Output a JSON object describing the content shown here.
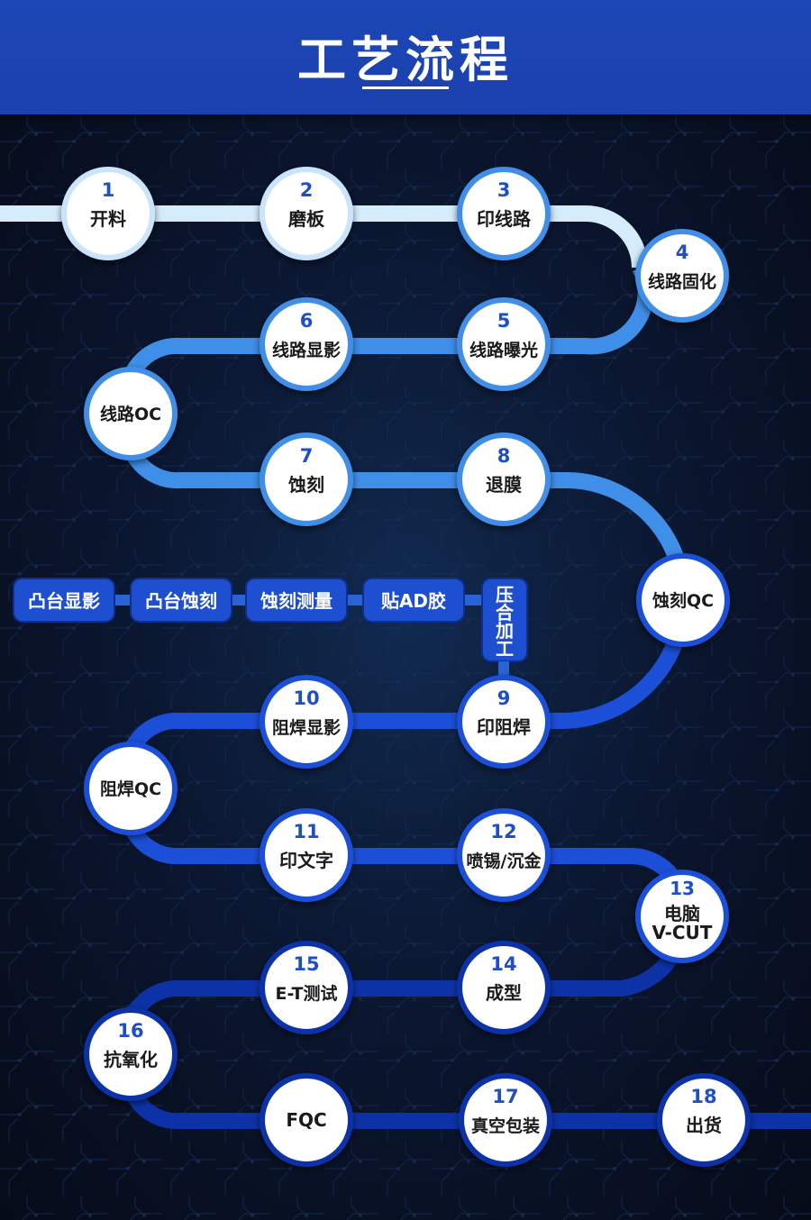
{
  "header": {
    "title": "工艺流程"
  },
  "colors": {
    "header_bg": "#1d46b6",
    "number_color": "#1f4fc4",
    "label_color": "#1a1a1a",
    "lane_light": "#d4ecfc",
    "lane_mid": "#3f8ee8",
    "lane_dark": "#1c4fd8",
    "lane_deep": "#0d32a8"
  },
  "steps": [
    {
      "id": "s1",
      "number": "1",
      "lines": [
        "开料"
      ]
    },
    {
      "id": "s2",
      "number": "2",
      "lines": [
        "磨板"
      ]
    },
    {
      "id": "s3",
      "number": "3",
      "lines": [
        "印线路"
      ]
    },
    {
      "id": "s4",
      "number": "4",
      "lines": [
        "线路固化"
      ]
    },
    {
      "id": "s5",
      "number": "5",
      "lines": [
        "线路曝光"
      ]
    },
    {
      "id": "s6",
      "number": "6",
      "lines": [
        "线路显影"
      ]
    },
    {
      "id": "qc1",
      "number": "",
      "lines": [
        "线路OC"
      ]
    },
    {
      "id": "s7",
      "number": "7",
      "lines": [
        "蚀刻"
      ]
    },
    {
      "id": "s8",
      "number": "8",
      "lines": [
        "退膜"
      ]
    },
    {
      "id": "qc2",
      "number": "",
      "lines": [
        "蚀刻QC"
      ]
    },
    {
      "id": "s9",
      "number": "9",
      "lines": [
        "印阻焊"
      ]
    },
    {
      "id": "s10",
      "number": "10",
      "lines": [
        "阻焊显影"
      ]
    },
    {
      "id": "qc3",
      "number": "",
      "lines": [
        "阻焊QC"
      ]
    },
    {
      "id": "s11",
      "number": "11",
      "lines": [
        "印文字"
      ]
    },
    {
      "id": "s12",
      "number": "12",
      "lines": [
        "喷锡/沉金"
      ]
    },
    {
      "id": "s13",
      "number": "13",
      "lines": [
        "电脑",
        "V-CUT"
      ]
    },
    {
      "id": "s14",
      "number": "14",
      "lines": [
        "成型"
      ]
    },
    {
      "id": "s15",
      "number": "15",
      "lines": [
        "E-T测试"
      ]
    },
    {
      "id": "s16",
      "number": "16",
      "lines": [
        "抗氧化"
      ]
    },
    {
      "id": "fqc",
      "number": "",
      "lines": [
        "FQC"
      ]
    },
    {
      "id": "s17",
      "number": "17",
      "lines": [
        "真空包装"
      ]
    },
    {
      "id": "s18",
      "number": "18",
      "lines": [
        "出货"
      ]
    }
  ],
  "side_branch": {
    "pills": [
      "凸台显影",
      "凸台蚀刻",
      "蚀刻测量",
      "贴AD胶"
    ],
    "vertical": "压合加工"
  }
}
